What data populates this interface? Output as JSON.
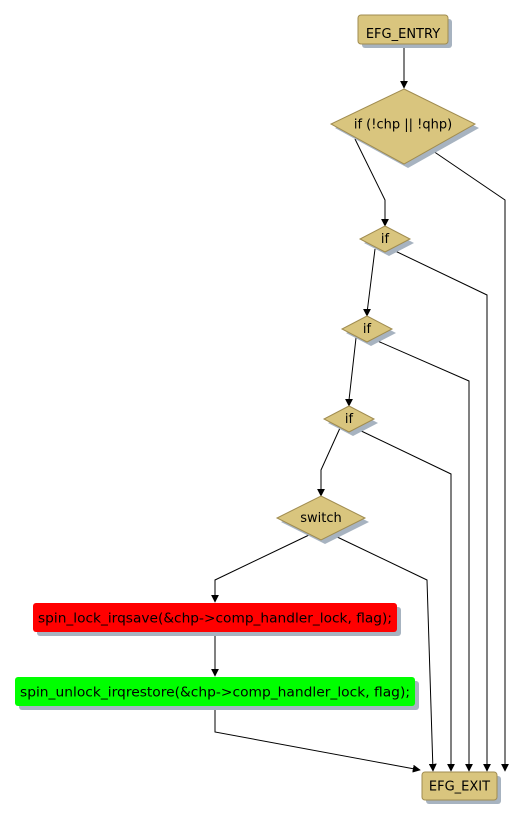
{
  "colors": {
    "decision_fill": "#d9c57e",
    "decision_border": "#a08c50",
    "shadow": "#a7b3c0",
    "red_block": "#ff0000",
    "green_block": "#00ff00",
    "edge": "#000000"
  },
  "nodes": {
    "entry": "EFG_ENTRY",
    "cond_main": "if (!chp || !qhp)",
    "cond_if1": "if",
    "cond_if2": "if",
    "cond_if3": "if",
    "switch": "switch",
    "lock_stmt": "spin_lock_irqsave(&chp->comp_handler_lock, flag);",
    "unlock_stmt": "spin_unlock_irqrestore(&chp->comp_handler_lock, flag);",
    "exit": "EFG_EXIT"
  }
}
